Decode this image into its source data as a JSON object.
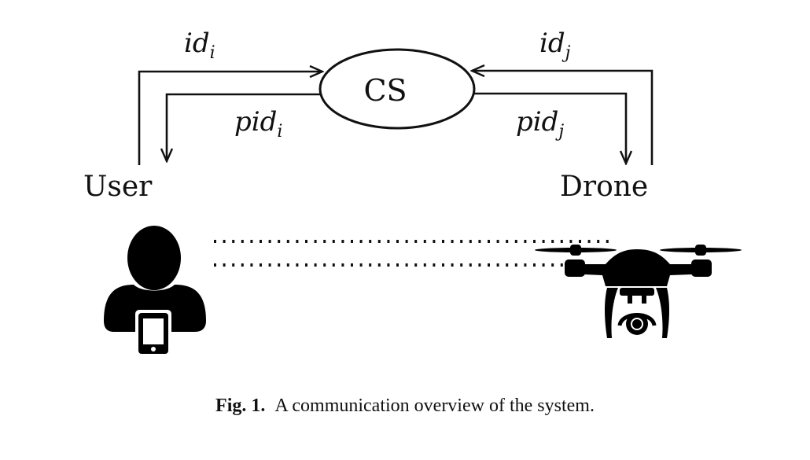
{
  "diagram": {
    "center_node": "CS",
    "left_node": "User",
    "right_node": "Drone",
    "edges": [
      {
        "from": "User",
        "to": "CS",
        "label_base": "id",
        "label_sub": "i"
      },
      {
        "from": "CS",
        "to": "User",
        "label_base": "pid",
        "label_sub": "i"
      },
      {
        "from": "Drone",
        "to": "CS",
        "label_base": "id",
        "label_sub": "j"
      },
      {
        "from": "CS",
        "to": "Drone",
        "label_base": "pid",
        "label_sub": "j"
      }
    ],
    "icons": [
      "user-with-phone-icon",
      "drone-icon"
    ],
    "link": "dotted-wireless-link"
  },
  "caption": {
    "prefix": "Fig. 1.",
    "text": "A communication overview of the system."
  }
}
